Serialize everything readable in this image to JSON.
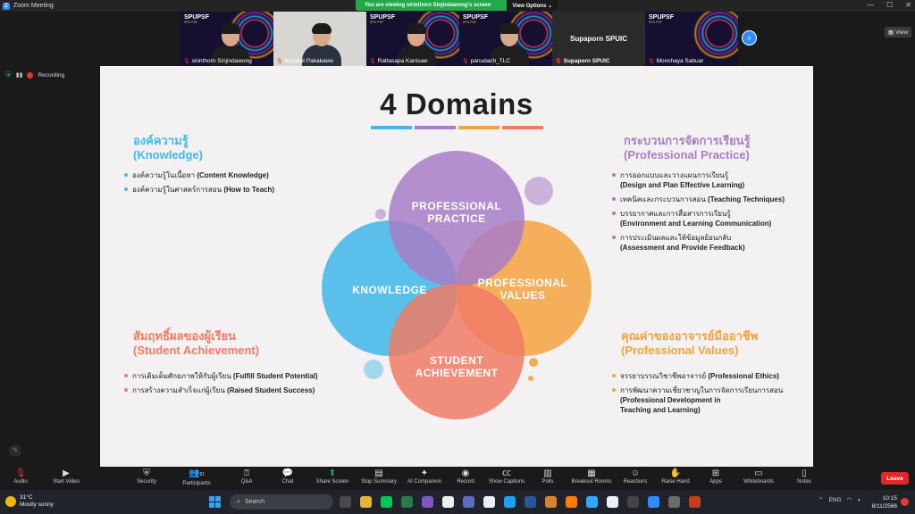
{
  "window": {
    "title": "Zoom Meeting",
    "minimize": "—",
    "maximize": "☐",
    "close": "✕"
  },
  "share_banner": {
    "text": "You are viewing sirinthorn Sinjindawong's screen",
    "view_options": "View Options ⌄"
  },
  "gallery": {
    "logo": {
      "main": "SPUPSF",
      "sub": "SPU PSF"
    },
    "tiles": [
      {
        "name": "sirinthorn Sinjindawong",
        "muted": false
      },
      {
        "name": "Korakot Pakakaew",
        "muted": false
      },
      {
        "name": "Rattasapa Kanisaw",
        "muted": true
      },
      {
        "name": "panudach_TLC",
        "muted": true
      },
      {
        "name": "Supaporn SPUIC",
        "muted": true,
        "name_only": "Supaporn SPUIC"
      },
      {
        "name": "Monchaya Sabuar",
        "muted": true
      }
    ],
    "view_label": "View"
  },
  "status": {
    "recording": "Recording"
  },
  "slide": {
    "title": "4 Domains",
    "colors": {
      "knowledge": "#45b7eb",
      "practice": "#a77ec7",
      "values": "#f5a23e",
      "achievement": "#f07b66"
    },
    "knowledge": {
      "thai": "องค์ความรู้",
      "eng": "(Knowledge)",
      "items": [
        {
          "th": "องค์ความรู้ในเนื้อหา",
          "en": "(Content Knowledge)"
        },
        {
          "th": "องค์ความรู้ในศาสตร์การสอน",
          "en": "(How to Teach)"
        }
      ]
    },
    "practice": {
      "thai": "กระบวนการจัดการเรียนรู้",
      "eng": "(Professional Practice)",
      "items": [
        {
          "th": "การออกแบบและวางแผนการเรียนรู้",
          "en": "(Design and Plan Effective Learning)"
        },
        {
          "th": "เทคนิคและกระบวนการสอน",
          "en": "(Teaching Techniques)"
        },
        {
          "th": "บรรยากาศและการสื่อสารการเรียนรู้",
          "en": "(Environment and Learning Communication)"
        },
        {
          "th": "การประเมินผลและให้ข้อมูลย้อนกลับ",
          "en": "(Assessment and Provide Feedback)"
        }
      ]
    },
    "achievement": {
      "thai": "สัมฤทธิ์ผลของผู้เรียน",
      "eng": "(Student Achievement)",
      "items": [
        {
          "th": "การเติมเต็มศักยภาพให้กับผู้เรียน",
          "en": "(Fulfill Student  Potential)"
        },
        {
          "th": "การสร้างความสำเร็จแก่ผู้เรียน",
          "en": "(Raised Student Success)"
        }
      ]
    },
    "values": {
      "thai": "คุณค่าของอาจารย์มืออาชีพ",
      "eng": "(Professional Values)",
      "items": [
        {
          "th": "จรรยาบรรณวิชาชีพอาจารย์",
          "en": "(Professional Ethics)"
        },
        {
          "th": "การพัฒนาความเชี่ยวชาญในการจัดการเรียนการสอน",
          "en": "(Professional Development in",
          "en2": "Teaching and Learning)"
        }
      ]
    },
    "venn": {
      "practice_l1": "PROFESSIONAL",
      "practice_l2": "PRACTICE",
      "knowledge": "KNOWLEDGE",
      "values_l1": "PROFESSIONAL",
      "values_l2": "VALUES",
      "achievement_l1": "STUDENT",
      "achievement_l2": "ACHIEVEMENT"
    }
  },
  "toolbar": {
    "audio": "Audio",
    "video": "Start Video",
    "security": "Security",
    "participants": "Participants",
    "participants_count": "61",
    "qa": "Q&A",
    "chat": "Chat",
    "share": "Share Screen",
    "summary": "Stop Summary",
    "companion": "AI Companion",
    "record": "Record",
    "captions": "Show Captions",
    "polls": "Polls",
    "breakout": "Breakout Rooms",
    "reactions": "Reactions",
    "raise": "Raise Hand",
    "apps": "Apps",
    "whiteboards": "Whiteboards",
    "notes": "Notes",
    "leave": "Leave"
  },
  "taskbar": {
    "weather_temp": "31°C",
    "weather_desc": "Mostly sunny",
    "search_placeholder": "Search",
    "lang": "ENG",
    "time": "10:15",
    "date": "8/11/2566"
  }
}
